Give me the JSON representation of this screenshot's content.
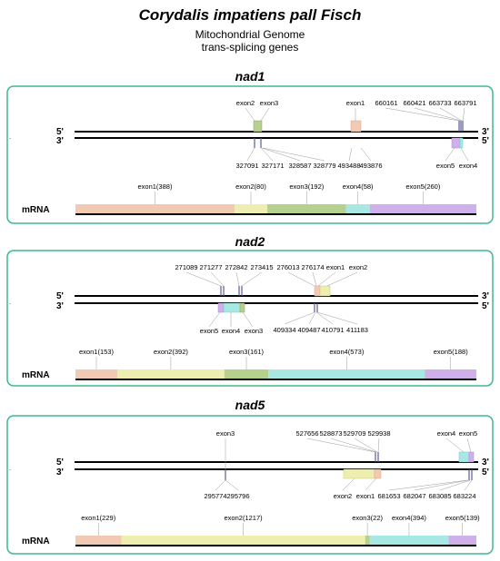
{
  "title": "Corydalis impatiens pall Fisch",
  "subtitle_line1": "Mitochondrial Genome",
  "subtitle_line2": "trans-splicing genes",
  "strand_top_left": "5'",
  "strand_top_right": "3'",
  "strand_bottom_left": "3'",
  "strand_bottom_right": "5'",
  "mrna_label": "mRNA",
  "colors": {
    "frame": "#3dba8e",
    "exon1": "#f2c9b3",
    "exon2": "#eeeeb0",
    "exon3": "#b6d08e",
    "exon4": "#a7e8e2",
    "exon5": "#cfb0ea",
    "marker": "#5b5b9a"
  },
  "panels": [
    {
      "gene": "nad1",
      "top_labels": [
        "exon2",
        "exon3",
        "exon1",
        "660161",
        "660421",
        "663733",
        "663791"
      ],
      "bottom_labels": [
        "327091",
        "327171",
        "328587",
        "328779",
        "493488",
        "493876",
        "exon5",
        "exon4"
      ],
      "mrna_exons": [
        {
          "label": "exon1(388)",
          "length": 388,
          "exon": "exon1"
        },
        {
          "label": "exon2(80)",
          "length": 80,
          "exon": "exon2"
        },
        {
          "label": "exon3(192)",
          "length": 192,
          "exon": "exon3"
        },
        {
          "label": "exon4(58)",
          "length": 58,
          "exon": "exon4"
        },
        {
          "label": "exon5(260)",
          "length": 260,
          "exon": "exon5"
        }
      ]
    },
    {
      "gene": "nad2",
      "top_labels": [
        "271089",
        "271277",
        "272842",
        "273415",
        "276013",
        "276174",
        "exon1",
        "exon2"
      ],
      "bottom_labels": [
        "exon5",
        "exon4",
        "exon3",
        "409334",
        "409487",
        "410791",
        "411183"
      ],
      "mrna_exons": [
        {
          "label": "exon1(153)",
          "length": 153,
          "exon": "exon1"
        },
        {
          "label": "exon2(392)",
          "length": 392,
          "exon": "exon2"
        },
        {
          "label": "exon3(161)",
          "length": 161,
          "exon": "exon3"
        },
        {
          "label": "exon4(573)",
          "length": 573,
          "exon": "exon4"
        },
        {
          "label": "exon5(188)",
          "length": 188,
          "exon": "exon5"
        }
      ]
    },
    {
      "gene": "nad5",
      "top_labels": [
        "exon3",
        "527656",
        "528873",
        "529709",
        "529938",
        "exon4",
        "exon5"
      ],
      "bottom_labels": [
        "295774",
        "295796",
        "exon2",
        "exon1",
        "681653",
        "682047",
        "683085",
        "683224"
      ],
      "mrna_exons": [
        {
          "label": "exon1(229)",
          "length": 229,
          "exon": "exon1"
        },
        {
          "label": "exon2(1217)",
          "length": 1217,
          "exon": "exon2"
        },
        {
          "label": "exon3(22)",
          "length": 22,
          "exon": "exon3"
        },
        {
          "label": "exon4(394)",
          "length": 394,
          "exon": "exon4"
        },
        {
          "label": "exon5(139)",
          "length": 139,
          "exon": "exon5"
        }
      ]
    }
  ]
}
